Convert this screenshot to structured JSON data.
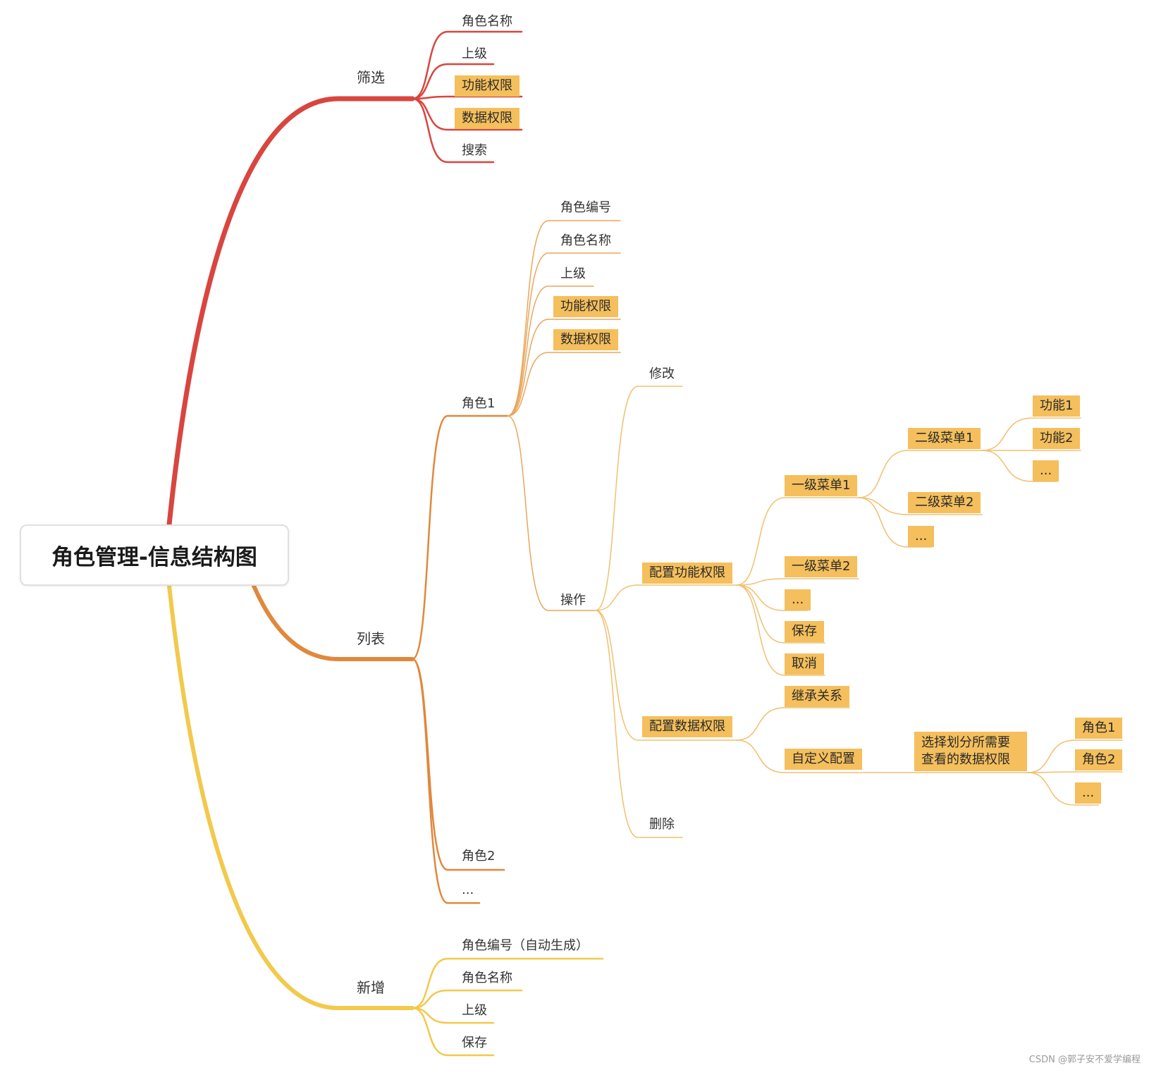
{
  "title": "角色管理-信息结构图",
  "colors": {
    "filter": "#d9453f",
    "list": "#e0883c",
    "listChild": "#eaa65c",
    "opsChild": "#f0c070",
    "add": "#f2c94c",
    "highlight": "#f4bf5c"
  },
  "branches": {
    "filter": {
      "label": "筛选",
      "children": [
        "角色名称",
        "上级",
        "功能权限",
        "数据权限",
        "搜索"
      ]
    },
    "list": {
      "label": "列表",
      "role1": {
        "label": "角色1",
        "fields": [
          "角色编号",
          "角色名称",
          "上级",
          "功能权限",
          "数据权限"
        ],
        "ops": {
          "label": "操作",
          "edit": "修改",
          "func": {
            "label": "配置功能权限",
            "menu1": {
              "label": "一级菜单1",
              "sub1": {
                "label": "二级菜单1",
                "items": [
                  "功能1",
                  "功能2",
                  "..."
                ]
              },
              "sub2": "二级菜单2",
              "more": "..."
            },
            "menu2": "一级菜单2",
            "more": "...",
            "save": "保存",
            "cancel": "取消"
          },
          "data": {
            "label": "配置数据权限",
            "inherit": "继承关系",
            "custom": {
              "label": "自定义配置",
              "choose": "选择划分所需要查看的数据权限",
              "items": [
                "角色1",
                "角色2",
                "..."
              ]
            }
          },
          "delete": "删除"
        }
      },
      "role2": "角色2",
      "more": "..."
    },
    "add": {
      "label": "新增",
      "children": [
        "角色编号（自动生成）",
        "角色名称",
        "上级",
        "保存"
      ]
    }
  },
  "credit": "CSDN @郭子安不爱学编程"
}
